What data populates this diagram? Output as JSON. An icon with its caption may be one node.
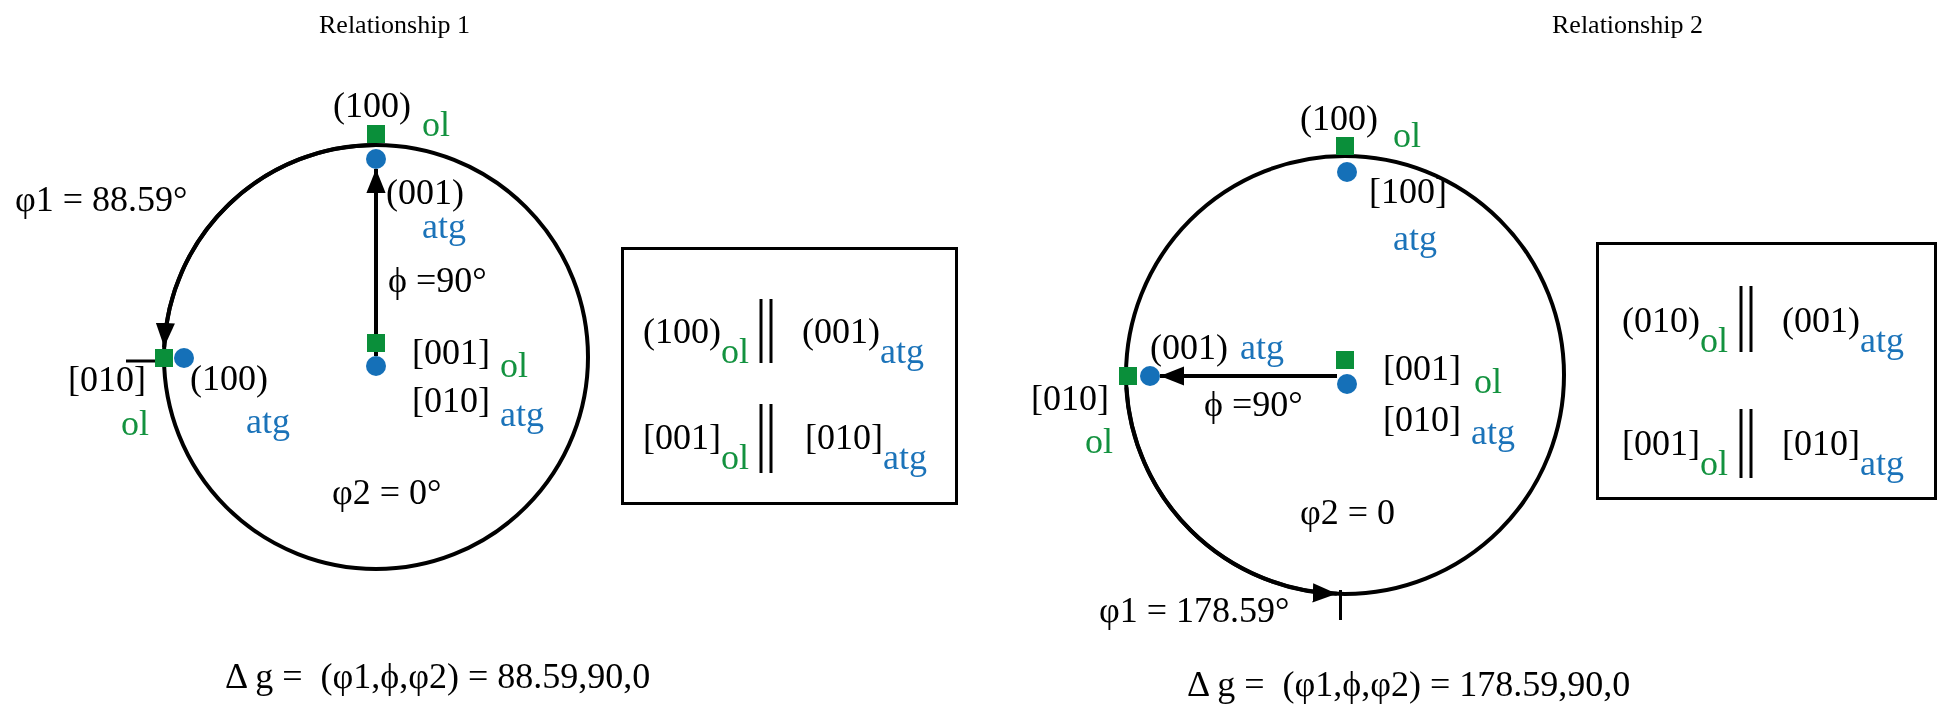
{
  "diagram": {
    "nodes": [
      {
        "text": [
          "(100)$_{ol}$",
          "(001)$_{atg}$",
          "[001]$_{ol}$",
          "[010]$_{atg}$"
        ]
      },
      {
        "text": [],
        "shape": "box"
      },
      {
        "text": [],
        "shape": "circle"
      },
      {
        "text": [],
        "shape": "box"
      },
      {
        "text": [],
        "shape": "circle"
      },
      {
        "text": [],
        "shape": "box"
      },
      {
        "text": [],
        "shape": "circle"
      },
      {
        "text": [
          "(010)$_{ol}$",
          "(001)$_{atg}$",
          "[001]$_{ol}$",
          "[010]$_{atg}$"
        ]
      },
      {
        "text": [],
        "shape": "box"
      },
      {
        "text": [],
        "shape": "circle"
      },
      {
        "text": [],
        "shape": "box"
      },
      {
        "text": [],
        "shape": "circle"
      },
      {
        "text": [],
        "shape": "box"
      },
      {
        "text": [],
        "shape": "circle"
      },
      {
        "text": [],
        "shape": "bar"
      }
    ],
    "edges": [
      {
        "from": 4,
        "to": 2,
        "arrow": "to"
      },
      {
        "from": 1,
        "to": 5,
        "arrow": "to"
      },
      {
        "from": 11,
        "to": 13,
        "arrow": "to"
      },
      {
        "from": 12,
        "to": 14,
        "arrow": "to"
      }
    ],
    "labels": [
      "Relationship 1",
      "(100)",
      "ol",
      "φ1 = 88.59°",
      "(001)",
      "atg",
      "ϕ =90°",
      "[001]",
      "ol",
      "[010]",
      "ol",
      "(100)",
      "[010]",
      "atg",
      "atg",
      "φ2 = 0°",
      "Δ g =  (φ1,ϕ,φ2) = 88.59,90,0",
      "Relationship 2",
      "(100)",
      "ol",
      "[100]",
      "atg",
      "(001)",
      "atg",
      "[001]",
      "ol",
      "ϕ =90°",
      "[010]",
      "[010]",
      "atg",
      "ol",
      "φ2 = 0",
      "φ1 = 178.59°",
      "Δ g =  (φ1,ϕ,φ2) = 178.59,90,0"
    ]
  }
}
